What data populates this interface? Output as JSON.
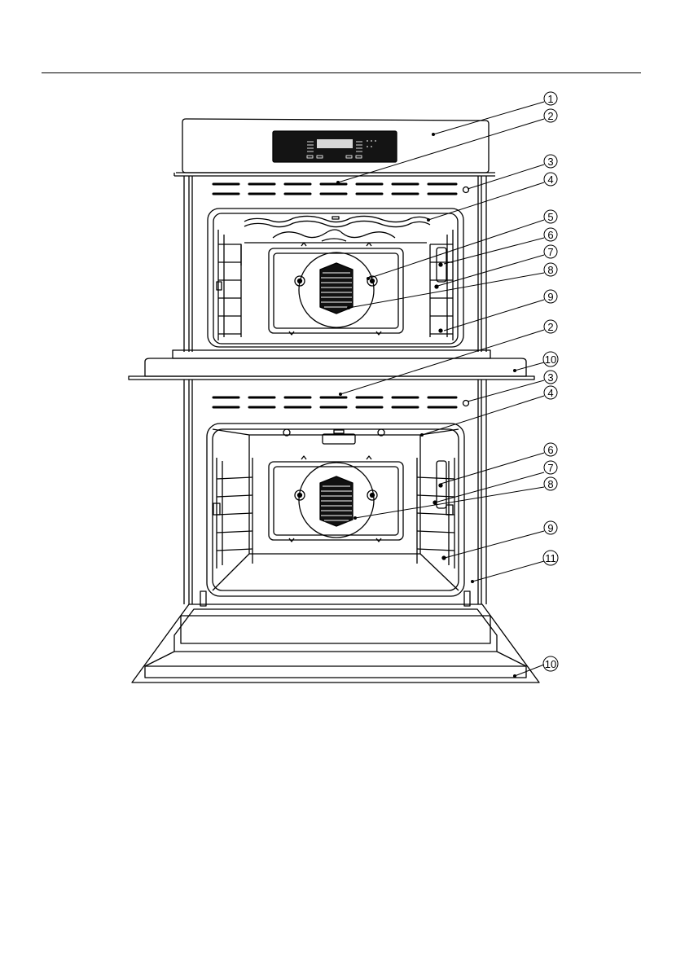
{
  "callouts": [
    {
      "label": "1"
    },
    {
      "label": "2"
    },
    {
      "label": "3"
    },
    {
      "label": "4"
    },
    {
      "label": "5"
    },
    {
      "label": "6"
    },
    {
      "label": "7"
    },
    {
      "label": "8"
    },
    {
      "label": "9"
    },
    {
      "label": "2"
    },
    {
      "label": "10"
    },
    {
      "label": "3"
    },
    {
      "label": "4"
    },
    {
      "label": "6"
    },
    {
      "label": "7"
    },
    {
      "label": "8"
    },
    {
      "label": "9"
    },
    {
      "label": "11"
    },
    {
      "label": "10"
    }
  ]
}
